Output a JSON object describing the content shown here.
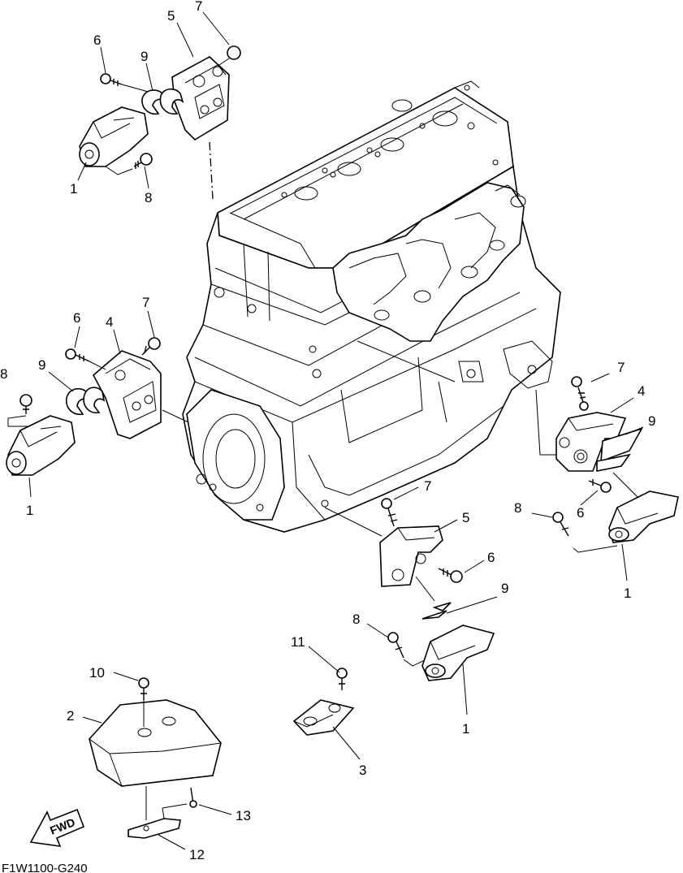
{
  "diagram": {
    "code": "F1W1100-G240",
    "fwd_label": "FWD",
    "callouts": [
      {
        "id": "c-5-top",
        "text": "5"
      },
      {
        "id": "c-7-top",
        "text": "7"
      },
      {
        "id": "c-6-top",
        "text": "6"
      },
      {
        "id": "c-9-top",
        "text": "9"
      },
      {
        "id": "c-8-top",
        "text": "8"
      },
      {
        "id": "c-1-top",
        "text": "1"
      },
      {
        "id": "c-7-midleft",
        "text": "7"
      },
      {
        "id": "c-6-midleft",
        "text": "6"
      },
      {
        "id": "c-4-midleft",
        "text": "4"
      },
      {
        "id": "c-8-midleft",
        "text": "8"
      },
      {
        "id": "c-9-midleft",
        "text": "9"
      },
      {
        "id": "c-1-midleft",
        "text": "1"
      },
      {
        "id": "c-7-right",
        "text": "7"
      },
      {
        "id": "c-4-right",
        "text": "4"
      },
      {
        "id": "c-9-right",
        "text": "9"
      },
      {
        "id": "c-8-right",
        "text": "8"
      },
      {
        "id": "c-6-right",
        "text": "6"
      },
      {
        "id": "c-1-right",
        "text": "1"
      },
      {
        "id": "c-7-center",
        "text": "7"
      },
      {
        "id": "c-5-center",
        "text": "5"
      },
      {
        "id": "c-6-center",
        "text": "6"
      },
      {
        "id": "c-9-center",
        "text": "9"
      },
      {
        "id": "c-8-center",
        "text": "8"
      },
      {
        "id": "c-11",
        "text": "11"
      },
      {
        "id": "c-1-center",
        "text": "1"
      },
      {
        "id": "c-10",
        "text": "10"
      },
      {
        "id": "c-2",
        "text": "2"
      },
      {
        "id": "c-3",
        "text": "3"
      },
      {
        "id": "c-13",
        "text": "13"
      },
      {
        "id": "c-12",
        "text": "12"
      }
    ]
  }
}
